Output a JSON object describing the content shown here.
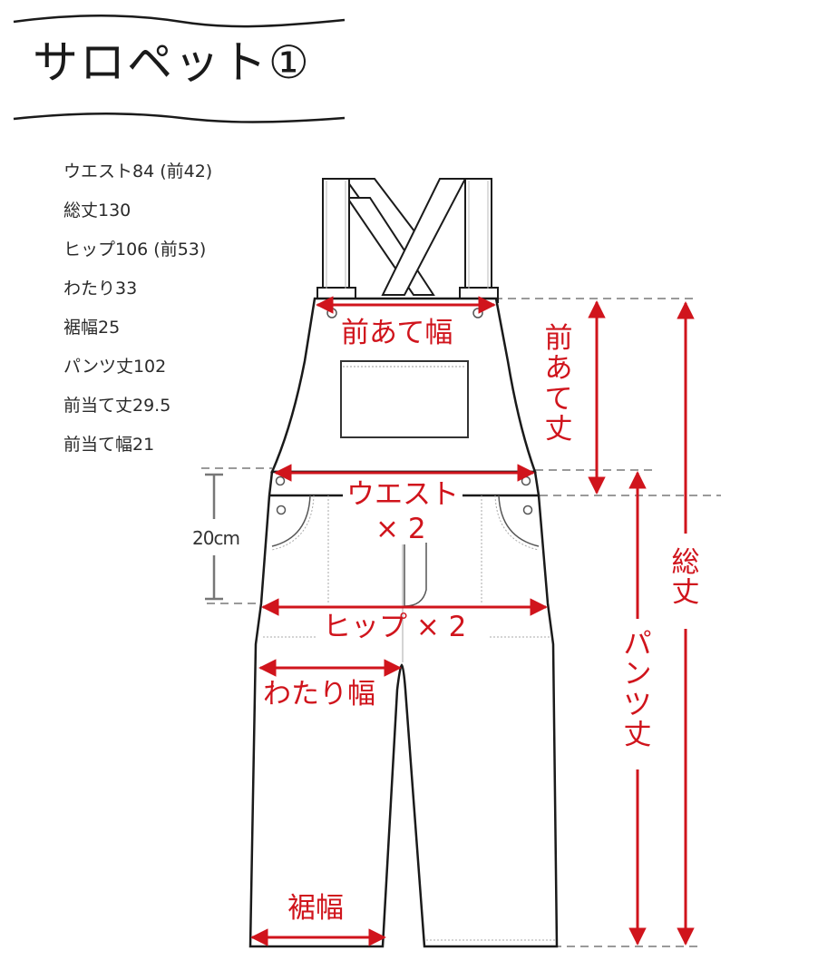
{
  "title": "サロペット①",
  "specs": [
    "ウエスト84 (前42)",
    "総丈130",
    "ヒップ106 (前53)",
    "わたり33",
    "裾幅25",
    "パンツ丈102",
    "前当て丈29.5",
    "前当て幅21"
  ],
  "labels": {
    "bib_width": "前あて幅",
    "waist": "ウエスト",
    "waist_mult": "× 2",
    "hip": "ヒップ × 2",
    "thigh": "わたり幅",
    "hem": "裾幅",
    "bib_length": [
      "前",
      "あ",
      "て",
      "丈"
    ],
    "pants_length": [
      "パ",
      "ン",
      "ツ",
      "丈"
    ],
    "total_length": [
      "総",
      "丈"
    ],
    "hip_offset": "20cm"
  },
  "colors": {
    "accent": "#d0141c",
    "outline": "#1a1a1a",
    "guide": "#9a9a9a"
  }
}
